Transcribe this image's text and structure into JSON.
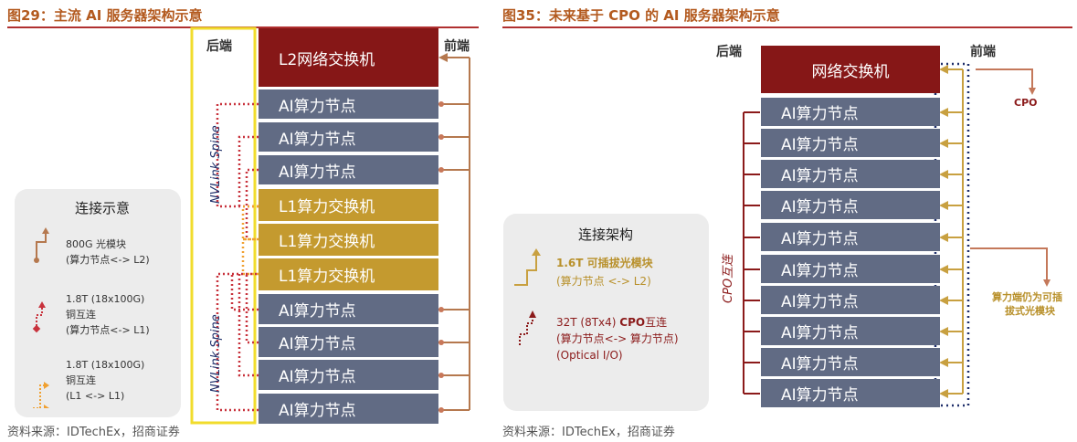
{
  "left": {
    "title": "图29：主流 AI 服务器架构示意",
    "back_label": "后端",
    "front_label": "前端",
    "spine_label": "NVLink Spine",
    "l2_switch": "L2网络交换机",
    "node_label": "AI算力节点",
    "l1_switch": "L1算力交换机",
    "legend": {
      "title": "连接示意",
      "items": [
        {
          "line1": "800G 光模块",
          "line2": "(算力节点<-> L2)"
        },
        {
          "line1": "1.8T (18x100G)",
          "line2": "铜互连",
          "line3": "(算力节点<-> L1)"
        },
        {
          "line1": "1.8T (18x100G)",
          "line2": "铜互连",
          "line3": "(L1 <-> L1)"
        }
      ]
    },
    "source": "资料来源：IDTechEx，招商证券"
  },
  "right": {
    "title": "图35：未来基于 CPO 的 AI 服务器架构示意",
    "back_label": "后端",
    "front_label": "前端",
    "switch": "网络交换机",
    "node_label": "AI算力节点",
    "cpo_label": "CPO",
    "cpo_interconnect": "CPO互连",
    "front_note_line1": "算力端仍为可插",
    "front_note_line2": "拔式光模块",
    "legend": {
      "title": "连接架构",
      "item1_line1": "1.6T 可插拔光模块",
      "item1_line2": "(算力节点 <-> L2)",
      "item2_line1_a": "32T (8Tx4) ",
      "item2_line1_b": "CPO",
      "item2_line1_c": "互连",
      "item2_line2": "(算力节点<-> 算力节点)",
      "item2_line3": "(Optical I/O)"
    },
    "source": "资料来源：IDTechEx，招商证券"
  },
  "colors": {
    "node": "#616b84",
    "l1": "#c49a2f",
    "l2": "#861717",
    "gold": "#c8a040",
    "red_link": "#c8323c",
    "orange_link": "#f0a030",
    "navy_dots": "#1f2f6a",
    "brown": "#b5784e"
  }
}
